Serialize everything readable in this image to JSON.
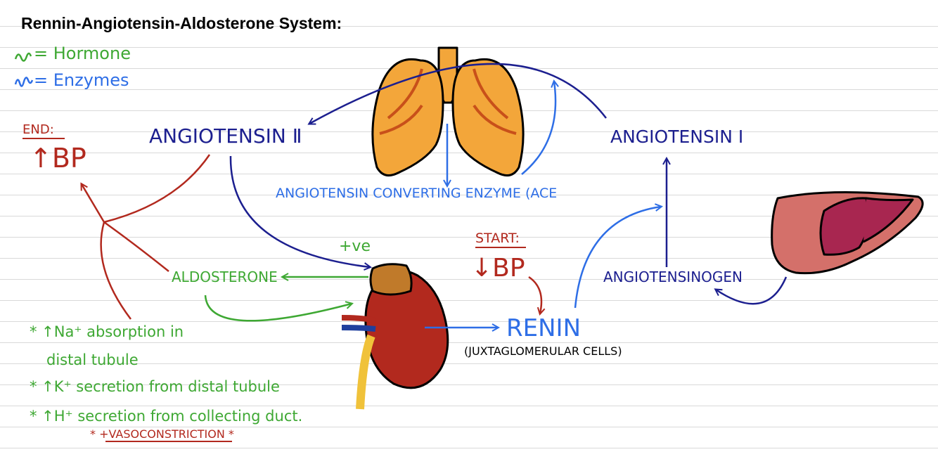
{
  "title": "Rennin-Angiotensin-Aldosterone System:",
  "legend": {
    "hormone_symbol": "ν",
    "hormone_text": "= Hormone",
    "enzyme_symbol": "ν",
    "enzyme_text": "= Enzymes"
  },
  "end": {
    "label": "END:",
    "value": "↑BP"
  },
  "start": {
    "label": "START:",
    "value": "↓BP"
  },
  "nodes": {
    "angiotensin_ii": "ANGIOTENSIN Ⅱ",
    "angiotensin_i": "ANGIOTENSIN Ⅰ",
    "ace": "ANGIOTENSIN CONVERTING ENZYME (ACE",
    "aldosterone": "ALDOSTERONE",
    "angiotensinogen": "ANGIOTENSINOGEN",
    "renin": "RENIN",
    "juxtaglomerular": "(JUXTAGLOMERULAR CELLS)",
    "positive": "+ve"
  },
  "effects": [
    "* ↑Na⁺ absorption in",
    "distal tubule",
    "* ↑K⁺ secretion from distal tubule",
    "* ↑H⁺ secretion from collecting duct."
  ],
  "vasoconstriction": "* +VASOCONSTRICTION *",
  "colors": {
    "hormone": "#1c1f8f",
    "enzyme": "#2e6ee6",
    "aldosterone": "#3ea833",
    "bp": "#b2291e",
    "lung": "#f3a63a",
    "kidney": "#b2291e",
    "liver": "#c8455a"
  }
}
